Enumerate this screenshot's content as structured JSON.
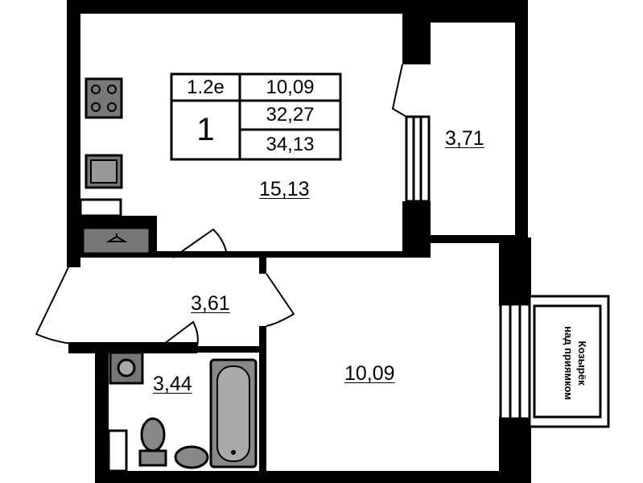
{
  "apartment": {
    "type_code": "1.2e",
    "rooms_count": "1",
    "living_area": "10,09",
    "total_area_excl_balcony": "32,27",
    "total_area": "34,13"
  },
  "rooms": {
    "kitchen": "15,13",
    "balcony": "3,71",
    "hallway": "3,61",
    "bathroom": "3,44",
    "bedroom": "10,09"
  },
  "canopy": {
    "line1": "Козырёк",
    "line2": "над приямком"
  }
}
